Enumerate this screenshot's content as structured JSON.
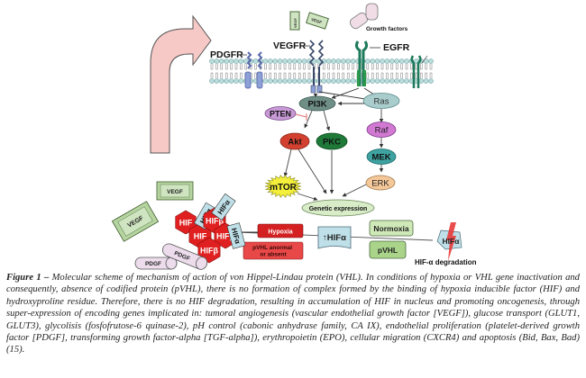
{
  "figure": {
    "membrane_receptors": {
      "pdgfr": "PDGFR",
      "vegfr": "VEGFR",
      "egfr": "EGFR"
    },
    "ligands": {
      "vegf_small_1": "VEGF",
      "vegf_small_2": "VEGF",
      "growth_factors": "Growth factors"
    },
    "signaling_nodes": {
      "pi3k": "PI3K",
      "ras": "Ras",
      "pten": "PTEN",
      "akt": "Akt",
      "pkc": "PKC",
      "raf": "Raf",
      "mek": "MEK",
      "erk": "ERK",
      "mtor": "mTOR",
      "genetic_expression": "Genetic expression"
    },
    "hif_pathway": {
      "hypoxia": "Hypoxia",
      "pvhl_absent": "pVHL anormal or absent",
      "hif_alpha_up": "↑HIFα",
      "normoxia": "Normoxia",
      "pvhl": "pVHL",
      "hif_alpha_degraded": "HIFα",
      "hif_degradation": "HIF-α degradation"
    },
    "products": {
      "vegf_1": "VEGF",
      "vegf_2": "VEGF",
      "pdgf_1": "PDGF",
      "pdgf_2": "PDGF",
      "hif_alpha": "HIFα",
      "hif_beta": "HIFβ",
      "hif": "HIF"
    },
    "colors": {
      "membrane_head": "#b9dcdc",
      "membrane_head_stroke": "#6a9a9a",
      "big_arrow": "#f6c9c6",
      "pi3k": "#6f8f86",
      "ras": "#a9cccc",
      "pten": "#c79ad6",
      "akt": "#d4402f",
      "pkc": "#1f7a3a",
      "raf": "#d27ad3",
      "mek": "#3ea3a0",
      "erk": "#f5c89a",
      "mtor": "#f4ef3a",
      "genetic_expression": "#d8ecc8",
      "hypoxia": "#d42020",
      "pvhl_absent": "#e84848",
      "hif_box": "#bfe0e8",
      "normoxia": "#cfe8b8",
      "pvhl": "#a9d48a",
      "vegf_box": "#cfe4c0",
      "pdgf": "#ecdcec",
      "hif_red": "#e02020",
      "degradation_bolt": "#e83a3a"
    }
  },
  "caption": {
    "label": "Figure 1 –",
    "text": "Molecular scheme of mechanism of action of von Hippel-Lindau protein (VHL). In conditions of hypoxia or VHL gene inactivation and consequently, absence of codified protein (pVHL), there is no formation of complex formed by the binding of hypoxia inducible factor (HIF) and hydroxyproline residue. Therefore, there is no HIF degradation, resulting in accumulation of HIF in nucleus and promoting oncogenesis, through super-expression of encoding genes implicated in: tumoral angiogenesis (vascular endothelial growth factor [VEGF]), glucose transport (GLUT1, GLUT3), glycolisis (fosfofrutose-6 quinase-2), pH control (cabonic anhydrase family, CA IX), endothelial proliferation (platelet-derived growth factor [PDGF], transforming growth factor-alpha [TGF-alpha]), erythropoietin (EPO), cellular migration (CXCR4) and apoptosis (Bid, Bax, Bad) (15)."
  }
}
